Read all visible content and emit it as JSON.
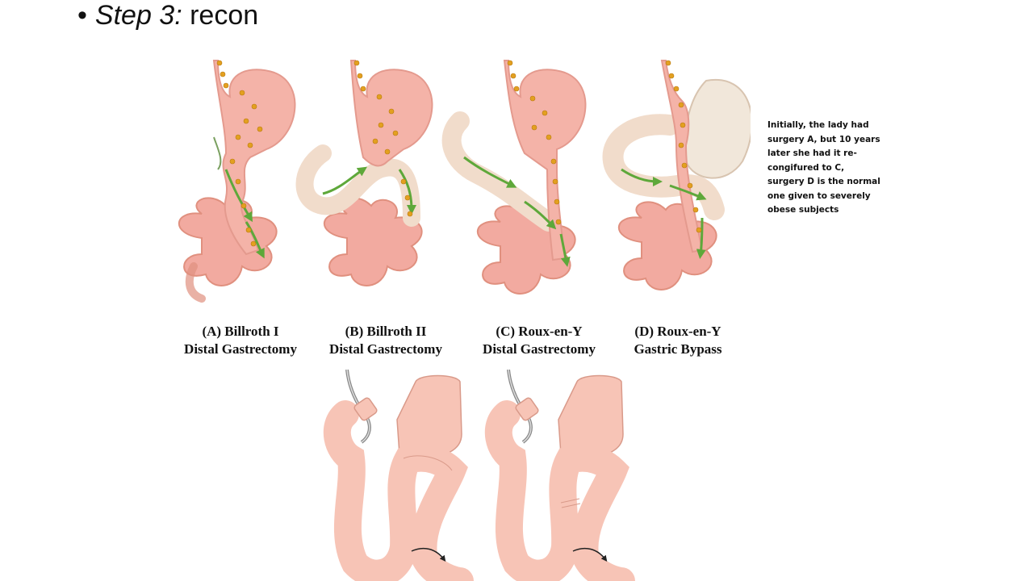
{
  "slide": {
    "bullet": "•",
    "title_em": "Step 3:",
    "title_rest": " recon"
  },
  "note": {
    "text": "Initially, the lady had surgery A, but 10 years later she had it re-congifured to C, surgery D is the normal one given to severely obese subjects"
  },
  "panels": [
    {
      "line1": "(A)  Billroth I",
      "line2": "Distal Gastrectomy"
    },
    {
      "line1": "(B)  Billroth II",
      "line2": "Distal Gastrectomy"
    },
    {
      "line1": "(C)  Roux-en-Y",
      "line2": "Distal Gastrectomy"
    },
    {
      "line1": "(D)  Roux-en-Y",
      "line2": "Gastric Bypass"
    }
  ],
  "colors": {
    "tissue": "#f4b3a8",
    "tissue_dark": "#e49a8e",
    "intestine": "#f2aaa0",
    "limb": "#f1dccb",
    "arrow": "#5ea83a",
    "dot": "#e3a020",
    "lower_tissue": "#f7c4b6"
  }
}
